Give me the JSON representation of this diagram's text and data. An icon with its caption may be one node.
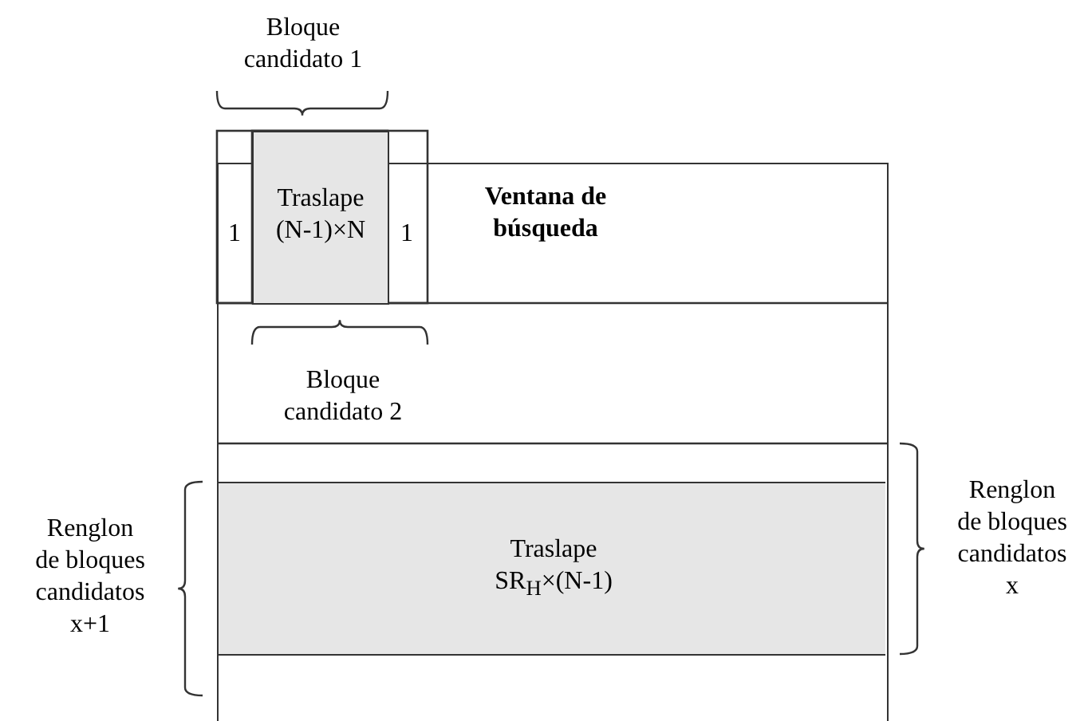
{
  "diagram": {
    "nodes": [
      {
        "text": [
          "Ventana de búsqueda"
        ]
      },
      {
        "text": [
          "Traslape (N-1)×N"
        ]
      },
      {
        "text": [
          "Traslape SR$_{H}$×(N-1)"
        ],
        "in": 0
      }
    ],
    "labels": [
      "Bloque candidato 1",
      "1",
      "1",
      "Bloque candidato 2",
      "Renglon de bloques candidatos x+1",
      "Renglon de bloques candidatos x"
    ]
  }
}
